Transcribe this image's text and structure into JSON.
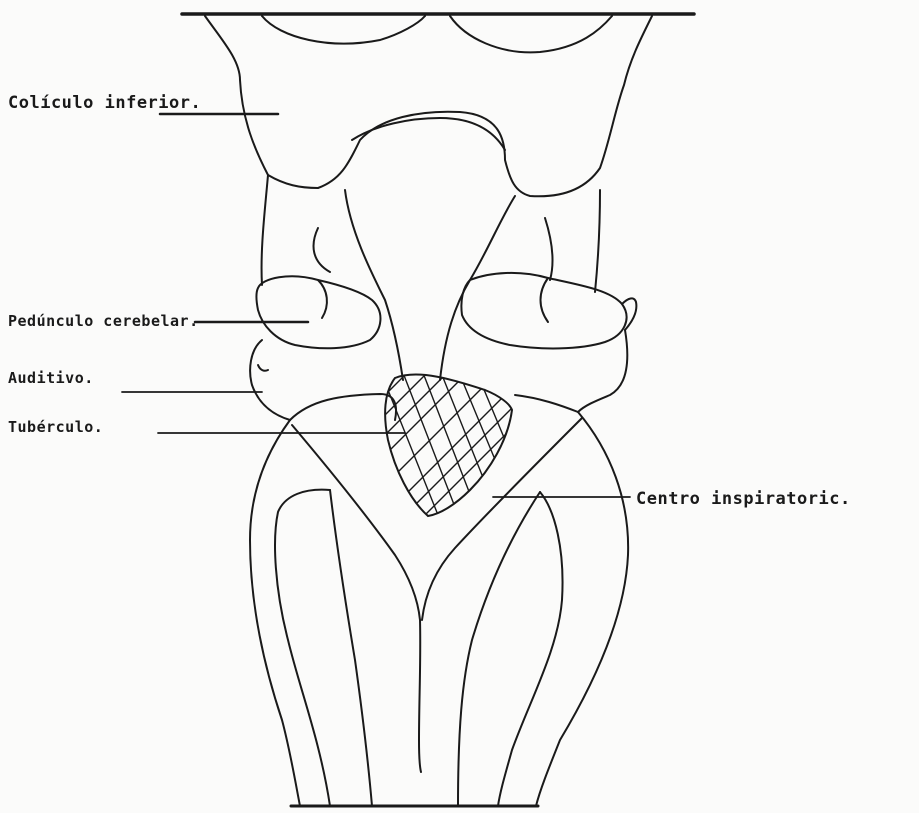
{
  "labels": {
    "coliculo_inferior": "Colículo inferior.",
    "pedunculo_cerebelar": "Pedúnculo cerebelar.",
    "auditivo": "Auditivo.",
    "tuberculo": "Tubérculo.",
    "centro_inspiratorio": "Centro inspiratoric."
  },
  "colors": {
    "ink": "#1a1a1a",
    "paper": "#fbfbfa"
  }
}
